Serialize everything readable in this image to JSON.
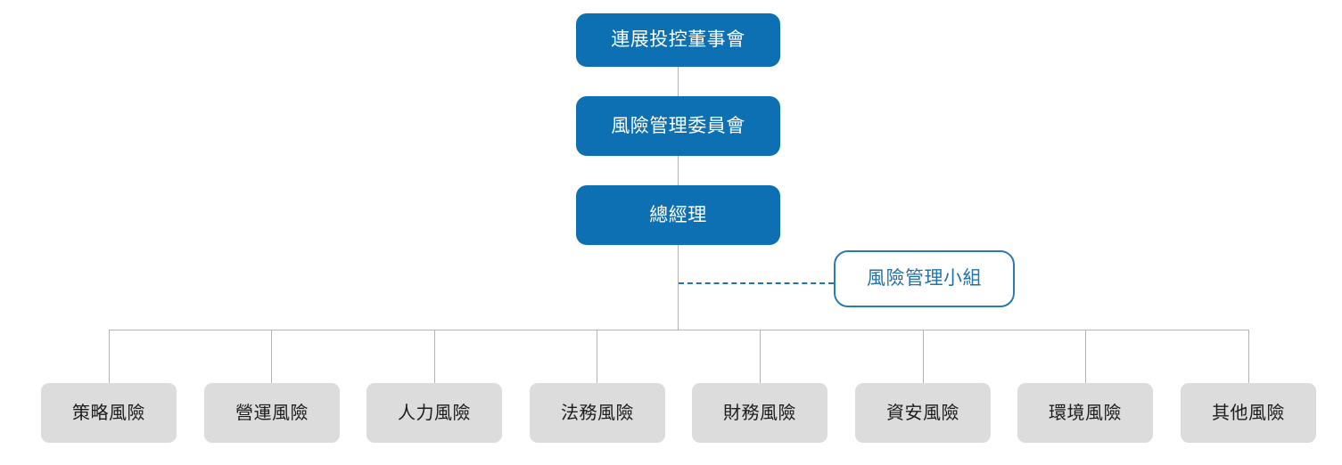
{
  "diagram": {
    "title_text": "",
    "colors": {
      "primary_blue": "#0d70b2",
      "outline_blue": "#2b7bb0",
      "leaf_gray": "#dcdcdc",
      "connector_gray": "#b3b3b3",
      "dashed_blue": "#1f74ad",
      "background": "#ffffff"
    },
    "hierarchy": [
      {
        "id": "board",
        "label": "連展投控董事會",
        "level": 1,
        "style": "primary"
      },
      {
        "id": "committee",
        "label": "風險管理委員會",
        "level": 2,
        "style": "primary"
      },
      {
        "id": "gm",
        "label": "總經理",
        "level": 3,
        "style": "primary"
      }
    ],
    "dotted_node": {
      "id": "risk-team",
      "label": "風險管理小組",
      "style": "outline",
      "relation": "dashed-advisory"
    },
    "leaf_nodes": [
      {
        "id": "strategic-risk",
        "label": "策略風險"
      },
      {
        "id": "operational-risk",
        "label": "營運風險"
      },
      {
        "id": "hr-risk",
        "label": "人力風險"
      },
      {
        "id": "legal-risk",
        "label": "法務風險"
      },
      {
        "id": "financial-risk",
        "label": "財務風險"
      },
      {
        "id": "infosec-risk",
        "label": "資安風險"
      },
      {
        "id": "environmental-risk",
        "label": "環境風險"
      },
      {
        "id": "other-risk",
        "label": "其他風險"
      }
    ]
  }
}
